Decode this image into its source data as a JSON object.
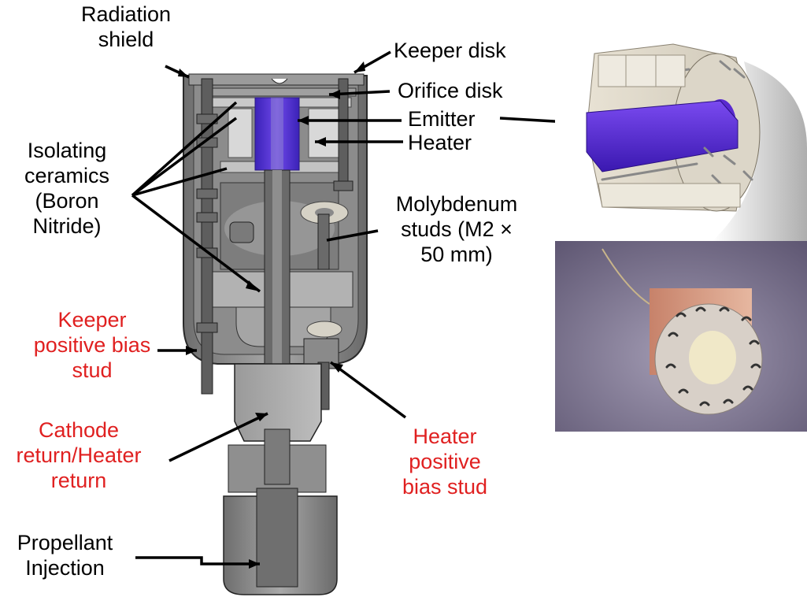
{
  "labels": {
    "radiation_shield": [
      "Radiation",
      "shield"
    ],
    "keeper_disk": "Keeper disk",
    "orifice_disk": "Orifice disk",
    "emitter": "Emitter",
    "heater": "Heater",
    "isolating_ceramics": [
      "Isolating",
      "ceramics",
      "(Boron",
      "Nitride)"
    ],
    "molybdenum_studs": [
      "Molybdenum",
      "studs (M2 ×",
      "50 mm)"
    ],
    "keeper_positive_bias_stud": [
      "Keeper",
      "positive bias",
      "stud"
    ],
    "cathode_return": [
      "Cathode",
      "return/Heater",
      "return"
    ],
    "heater_positive_bias_stud": [
      "Heater",
      "positive",
      "bias stud"
    ],
    "propellant_injection": [
      "Propellant",
      "Injection"
    ]
  },
  "colors": {
    "black_text": "#000000",
    "red_text": "#e02020",
    "emitter_purple": "#5a2ad0",
    "body_gray": "#8a8a8a",
    "ceramic": "#e9e3d6"
  }
}
